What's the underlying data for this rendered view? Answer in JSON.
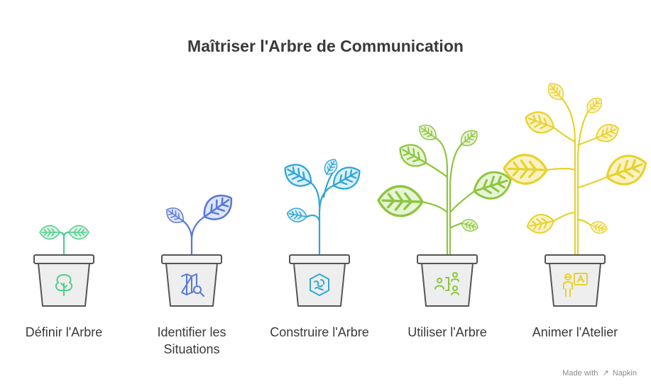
{
  "title": "Maîtriser l'Arbre de Communication",
  "stages": [
    {
      "label": "Définir l'Arbre",
      "color": "#4fcf8a",
      "icon": "tree-icon"
    },
    {
      "label": "Identifier les Situations",
      "color": "#5878d8",
      "icon": "map-search-icon"
    },
    {
      "label": "Construire l'Arbre",
      "color": "#2fa6d8",
      "icon": "puzzle-icon"
    },
    {
      "label": "Utiliser l'Arbre",
      "color": "#8cc63f",
      "icon": "organization-icon"
    },
    {
      "label": "Animer l'Atelier",
      "color": "#e8d22e",
      "icon": "presenter-icon"
    }
  ],
  "watermark": {
    "text": "Made with",
    "brand": "Napkin"
  }
}
